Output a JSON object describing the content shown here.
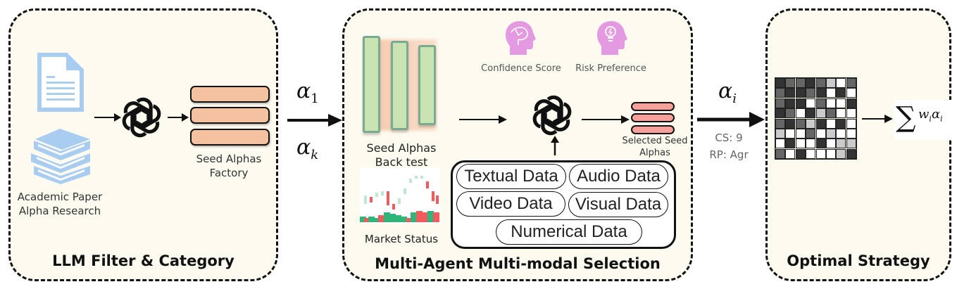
{
  "panels": {
    "left": {
      "title": "LLM Filter & Category",
      "source_label_line1": "Academic Paper",
      "source_label_line2": "Alpha Research",
      "factory_label_line1": "Seed Alphas",
      "factory_label_line2": "Factory"
    },
    "middle": {
      "title": "Multi-Agent Multi-modal Selection",
      "backtest_label_line1": "Seed Alphas",
      "backtest_label_line2": "Back test",
      "market_label": "Market Status",
      "confidence_label": "Confidence Score",
      "risk_label": "Risk Preference",
      "selected_label_line1": "Selected Seed",
      "selected_label_line2": "Alphas",
      "modalities": [
        "Textual Data",
        "Audio Data",
        "Video Data",
        "Visual Data",
        "Numerical Data"
      ]
    },
    "right": {
      "title": "Optimal Strategy",
      "formula_w": "w",
      "formula_a": "α",
      "formula_sub": "i"
    }
  },
  "arrows": {
    "first": {
      "top": "α",
      "top_sub": "1",
      "bottom": "α",
      "bottom_sub": "k"
    },
    "second": {
      "top": "α",
      "top_sub": "i",
      "cs": "CS: 9",
      "rp": "RP: Agr"
    }
  },
  "colors": {
    "factory_bar": "#f4c1a1",
    "selected_bar": "#f6a09c",
    "backtest_bar": "#c8e2b2",
    "agent_icon": "#e49ae0",
    "doc_icon": "#a9cdf0"
  },
  "heatmap": [
    "DMMDMLWM",
    "MDDMDWDW",
    "MDDWMWWD",
    "DMWDLMWW",
    "MDMLDWDW",
    "LWWMWLWW",
    "WDWWDWLL",
    "MWDWWWLD"
  ]
}
